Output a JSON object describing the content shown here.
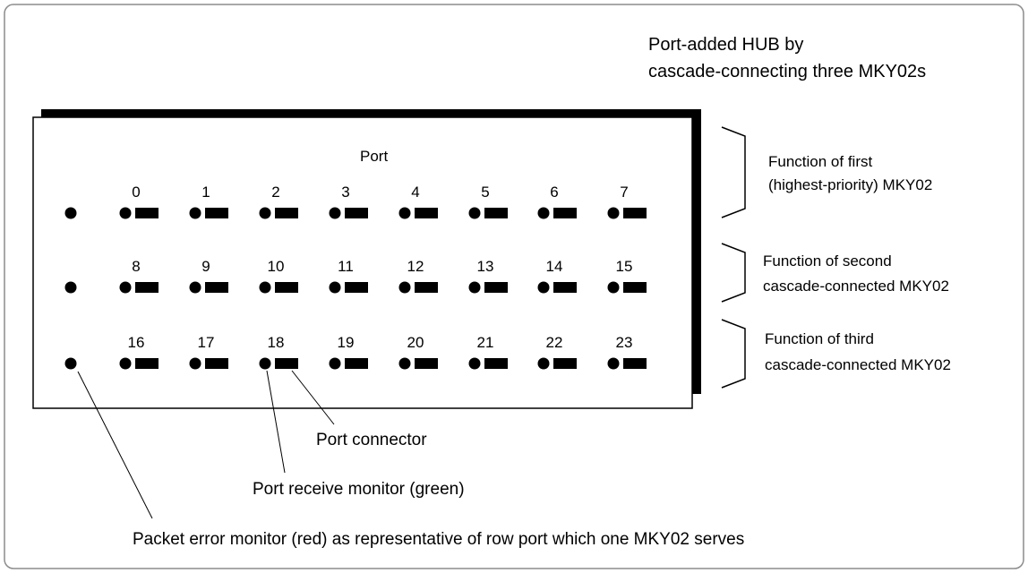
{
  "title": {
    "line1": "Port-added HUB by",
    "line2": "cascade-connecting three MKY02s"
  },
  "port_heading": "Port",
  "rows": [
    {
      "ports": [
        "0",
        "1",
        "2",
        "3",
        "4",
        "5",
        "6",
        "7"
      ],
      "function_line1": "Function of first",
      "function_line2": "(highest-priority) MKY02"
    },
    {
      "ports": [
        "8",
        "9",
        "10",
        "11",
        "12",
        "13",
        "14",
        "15"
      ],
      "function_line1": "Function of second",
      "function_line2": "cascade-connected MKY02"
    },
    {
      "ports": [
        "16",
        "17",
        "18",
        "19",
        "20",
        "21",
        "22",
        "23"
      ],
      "function_line1": "Function of third",
      "function_line2": "cascade-connected MKY02"
    }
  ],
  "callouts": {
    "port_connector": "Port connector",
    "port_receive_monitor": "Port receive monitor (green)",
    "packet_error_monitor": "Packet error monitor (red) as representative of row port which one MKY02 serves"
  }
}
